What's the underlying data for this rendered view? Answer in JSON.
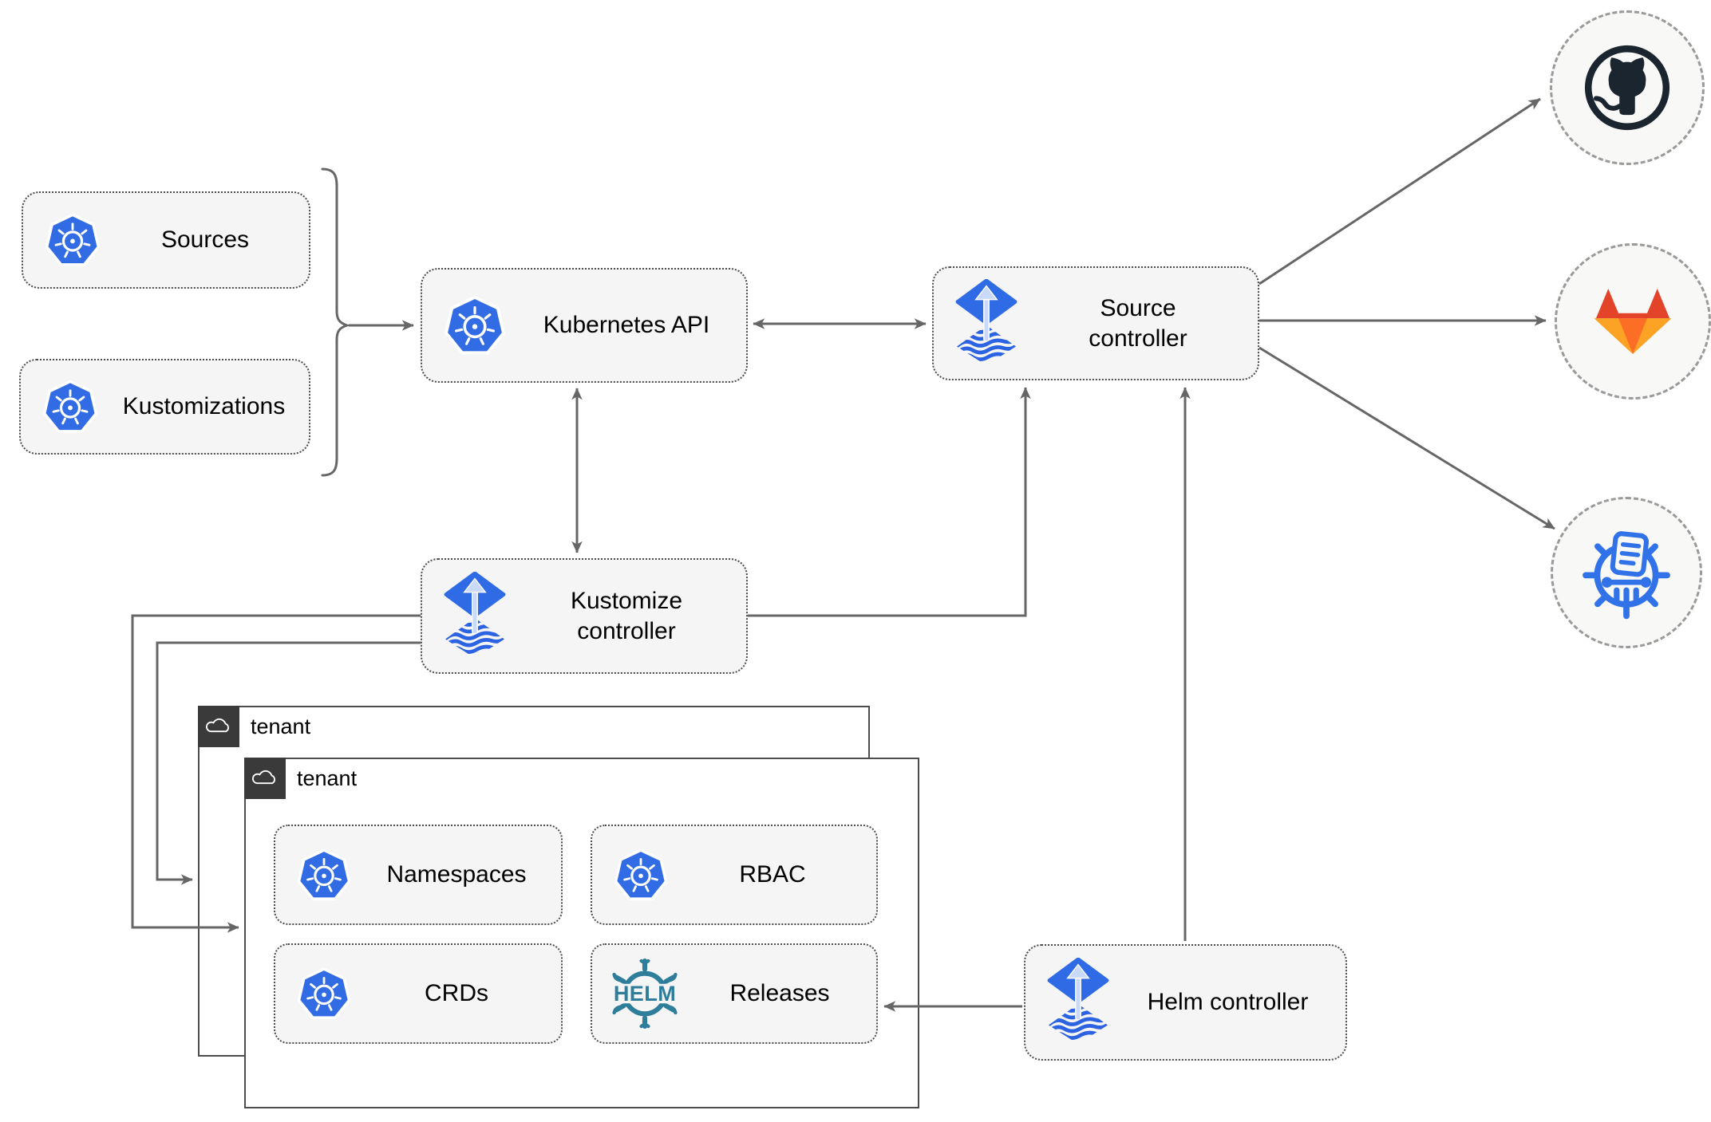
{
  "diagram": {
    "type": "architecture-diagram",
    "subject": "Flux GitOps controllers and multi-tenant Kubernetes resources",
    "background": "#ffffff",
    "nodes": {
      "sources": {
        "label": "Sources",
        "icon": "kubernetes-icon"
      },
      "kustomizations": {
        "label": "Kustomizations",
        "icon": "kubernetes-icon"
      },
      "kubernetes_api": {
        "label": "Kubernetes API",
        "icon": "kubernetes-icon"
      },
      "source_controller": {
        "label": "Source controller",
        "icon": "flux-icon"
      },
      "kustomize_controller": {
        "label": "Kustomize controller",
        "icon": "flux-icon"
      },
      "helm_controller": {
        "label": "Helm controller",
        "icon": "flux-icon"
      },
      "tenant_back": {
        "label": "tenant",
        "icon": "cloud-icon"
      },
      "tenant_front": {
        "label": "tenant",
        "icon": "cloud-icon"
      },
      "namespaces": {
        "label": "Namespaces",
        "icon": "kubernetes-icon"
      },
      "rbac": {
        "label": "RBAC",
        "icon": "kubernetes-icon"
      },
      "crds": {
        "label": "CRDs",
        "icon": "kubernetes-icon"
      },
      "releases": {
        "label": "Releases",
        "icon": "helm-icon"
      },
      "github_endpoint": {
        "label": "",
        "icon": "github-icon"
      },
      "gitlab_endpoint": {
        "label": "",
        "icon": "gitlab-icon"
      },
      "registry_endpoint": {
        "label": "",
        "icon": "harbor-registry-icon"
      }
    },
    "edges": [
      {
        "from": "sources+kustomizations bracket",
        "to": "kubernetes_api",
        "style": "arrow"
      },
      {
        "from": "kubernetes_api",
        "to": "source_controller",
        "style": "double-arrow"
      },
      {
        "from": "kubernetes_api",
        "to": "kustomize_controller",
        "style": "double-arrow"
      },
      {
        "from": "kustomize_controller",
        "to": "source_controller",
        "style": "arrow"
      },
      {
        "from": "helm_controller",
        "to": "source_controller",
        "style": "arrow"
      },
      {
        "from": "source_controller",
        "to": "github_endpoint",
        "style": "arrow"
      },
      {
        "from": "source_controller",
        "to": "gitlab_endpoint",
        "style": "arrow"
      },
      {
        "from": "source_controller",
        "to": "registry_endpoint",
        "style": "arrow"
      },
      {
        "from": "kustomize_controller",
        "to": "tenant_front",
        "style": "arrow"
      },
      {
        "from": "kustomize_controller",
        "to": "tenant_back",
        "style": "arrow"
      },
      {
        "from": "helm_controller",
        "to": "releases",
        "style": "arrow"
      }
    ],
    "colors": {
      "line": "#666666",
      "node_fill": "#f5f5f5",
      "node_border": "#4d4d4d",
      "tenant_border": "#4d4d4d",
      "tenant_tab_bg": "#3a3a3a",
      "endpoint_fill": "#f8f8f6",
      "endpoint_border": "#9a9a9a",
      "kubernetes_blue": "#326ce5",
      "flux_blue": "#2e6be5",
      "flux_arrow_light": "#c9d9f8",
      "helm_teal": "#2e7d9a",
      "harbor_blue": "#3272e9",
      "github_dark": "#1b2530",
      "gitlab_red": "#e24329",
      "gitlab_orange": "#fc6d26",
      "gitlab_amber": "#fca326",
      "text": "#000000"
    }
  }
}
